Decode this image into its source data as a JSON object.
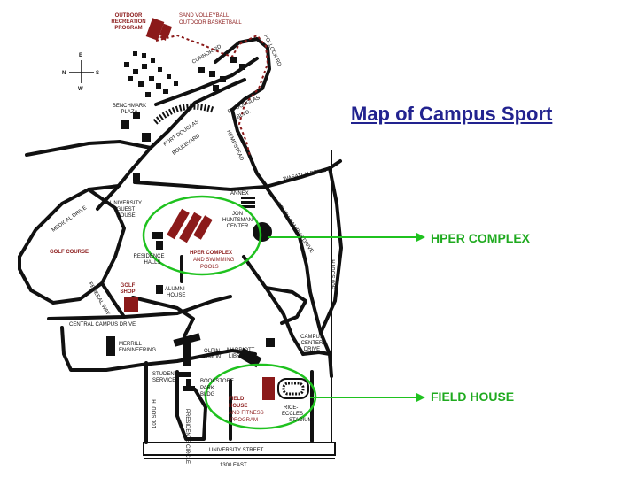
{
  "title": "Map of Campus Sport",
  "callouts": {
    "hper": "HPER COMPLEX",
    "field_house": "FIELD HOUSE"
  },
  "compass": {
    "n": "N",
    "e": "E",
    "s": "S",
    "w": "W"
  },
  "labels": {
    "outdoor_rec": [
      "OUTDOOR",
      "RECREATION",
      "PROGRAM"
    ],
    "volleyball": [
      "SAND VOLLEYBALL",
      "OUTDOOR BASKETBALL"
    ],
    "connor": "CONNOR RD",
    "pollock": "POLLOCK RD",
    "ft_douglas_blvd_ne": [
      "FT. DOUGLAS",
      "BLVD."
    ],
    "benchmark": [
      "BENCHMARK",
      "PLAZA"
    ],
    "fort_douglas_blvd": [
      "FORT DOUGLAS",
      "BOULEVARD"
    ],
    "hempstead": "HEMPSTEAD",
    "wasatch": "WASATCH DRIVE",
    "annex": "ANNEX",
    "jon_huntsman": [
      "JON",
      "HUNTSMAN",
      "CENTER"
    ],
    "south_campus_drive": "SOUTH CAMPUS DRIVE",
    "medical_drive": "MEDICAL DRIVE",
    "guest_house": [
      "UNIVERSITY",
      "GUEST",
      "HOUSE"
    ],
    "golf_course": "GOLF COURSE",
    "residence_halls": [
      "RESIDENCE",
      "HALLS"
    ],
    "hper_complex": "HPER COMPLEX",
    "swimming_pools": [
      "AND SWIMMING",
      "POOLS"
    ],
    "south_500": "500 SOUTH",
    "federal_way": "FEDERAL WAY",
    "golf_shop": [
      "GOLF",
      "SHOP"
    ],
    "alumni_house": [
      "ALUMNI",
      "HOUSE"
    ],
    "central_campus_drive": "CENTRAL CAMPUS DRIVE",
    "campus_center_drive": [
      "CAMPUS",
      "CENTER",
      "DRIVE"
    ],
    "merrill": [
      "MERRILL",
      "ENGINEERING"
    ],
    "olpin": [
      "OLPIN",
      "UNION"
    ],
    "marriott": [
      "MARRIOTT",
      "LIBRARY"
    ],
    "student_services": [
      "STUDENT",
      "SERVICES"
    ],
    "bookstore": "BOOKSTORE",
    "park_bldg": [
      "PARK",
      "BLDG"
    ],
    "field_house": [
      "FIELD",
      "HOUSE"
    ],
    "fitness": [
      "AND FITNESS",
      "PROGRAM"
    ],
    "rice_eccles": [
      "RICE-",
      "ECCLES",
      "STADIUM"
    ],
    "south_100": "100 SOUTH",
    "presidents_circle": "PRESIDENTS CIRCLE",
    "university_street": "UNIVERSITY STREET",
    "east_1300": "1300 EAST"
  },
  "colors": {
    "title": "#22238f",
    "callout": "#1faa1f",
    "building_red": "#8b1a1a",
    "road": "#111111",
    "trail": "#8b1a1a"
  }
}
